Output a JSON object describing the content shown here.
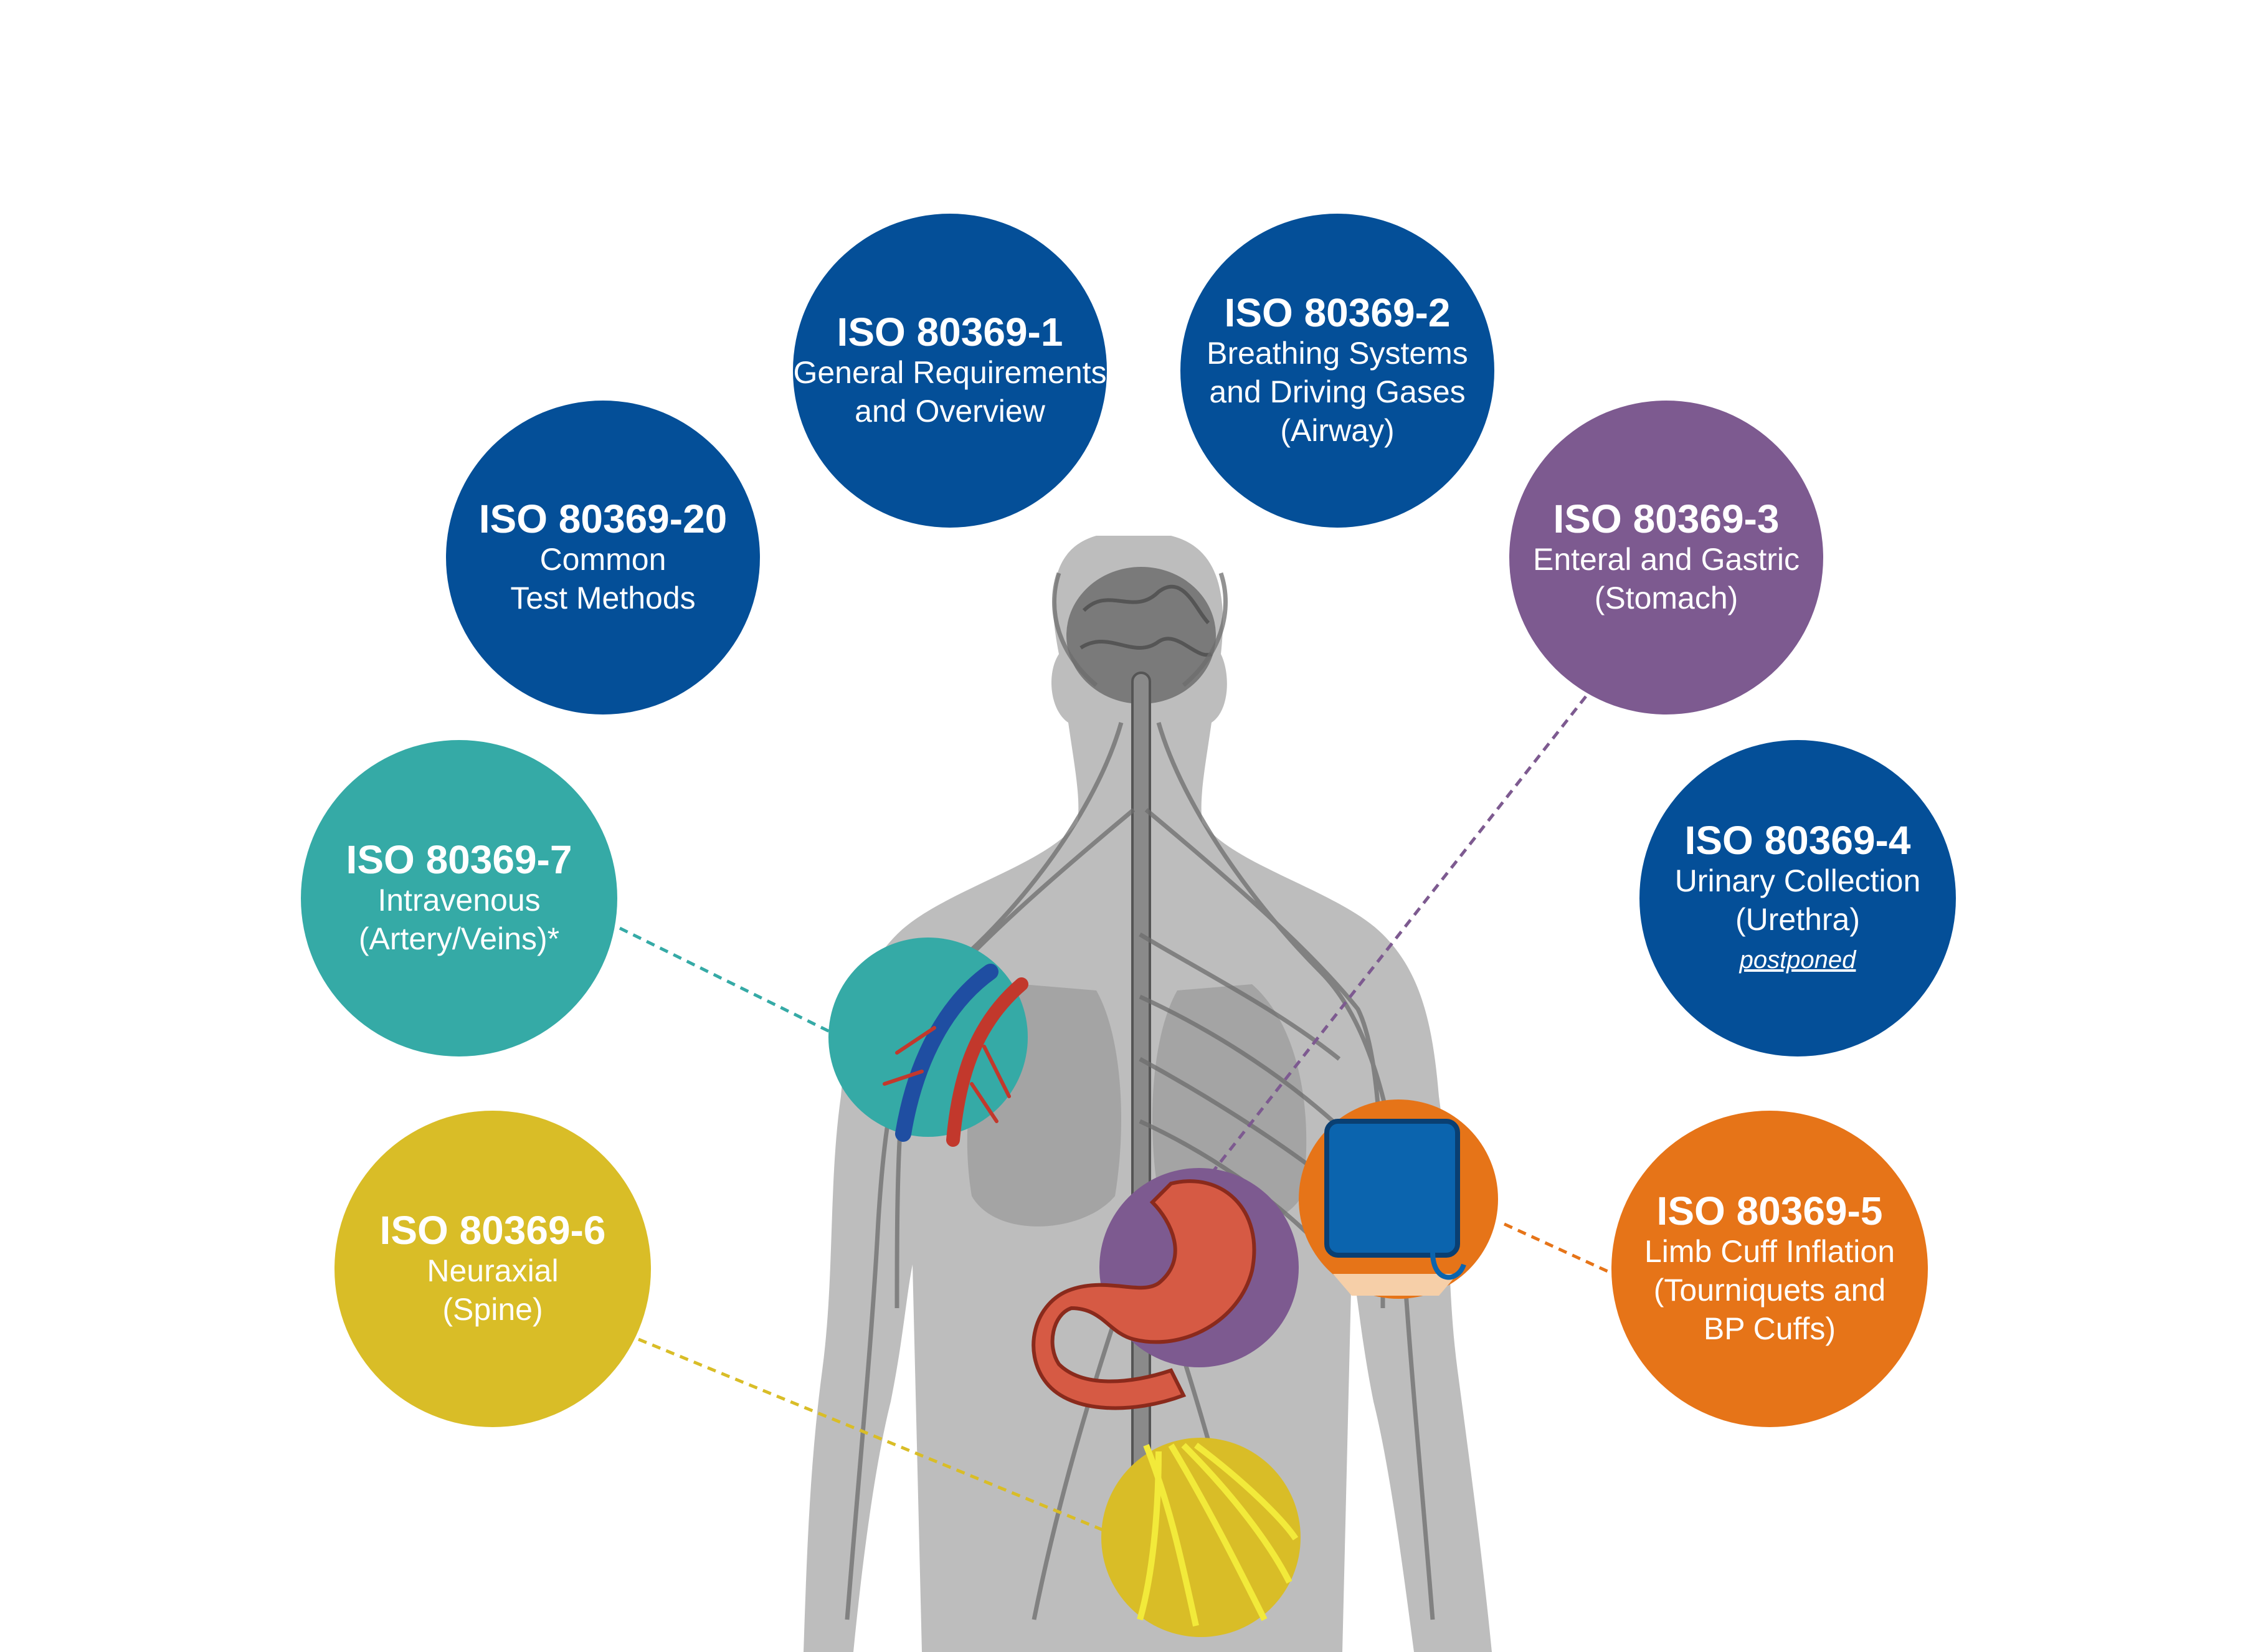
{
  "colors": {
    "dark_blue": "#044f98",
    "purple": "#7d5a90",
    "teal": "#35aaa6",
    "yellow": "#d9bd27",
    "orange": "#e67418",
    "body_gray": "#bdbdbd",
    "nerve_gray": "#6d6d6d"
  },
  "standards": {
    "part1": {
      "title": "ISO 80369-1",
      "lines": [
        "General Requirements",
        "and Overview"
      ],
      "color": "dark_blue"
    },
    "part2": {
      "title": "ISO 80369-2",
      "lines": [
        "Breathing Systems",
        "and Driving Gases",
        "(Airway)"
      ],
      "color": "dark_blue"
    },
    "part20": {
      "title": "ISO 80369-20",
      "lines": [
        "Common",
        "Test Methods"
      ],
      "color": "dark_blue"
    },
    "part3": {
      "title": "ISO 80369-3",
      "lines": [
        "Enteral and Gastric",
        "(Stomach)"
      ],
      "color": "purple",
      "icon": "stomach-icon"
    },
    "part7": {
      "title": "ISO 80369-7",
      "lines": [
        "Intravenous",
        "(Artery/Veins)*"
      ],
      "color": "teal",
      "icon": "blood-vessels-icon"
    },
    "part4": {
      "title": "ISO 80369-4",
      "lines": [
        "Urinary Collection",
        "(Urethra)"
      ],
      "note": "postponed",
      "color": "dark_blue"
    },
    "part6": {
      "title": "ISO 80369-6",
      "lines": [
        "Neuraxial",
        "(Spine)"
      ],
      "color": "yellow",
      "icon": "spine-nerves-icon"
    },
    "part5": {
      "title": "ISO 80369-5",
      "lines": [
        "Limb Cuff Inflation",
        "(Tourniquets and",
        "BP Cuffs)"
      ],
      "color": "orange",
      "icon": "bp-cuff-icon"
    }
  }
}
